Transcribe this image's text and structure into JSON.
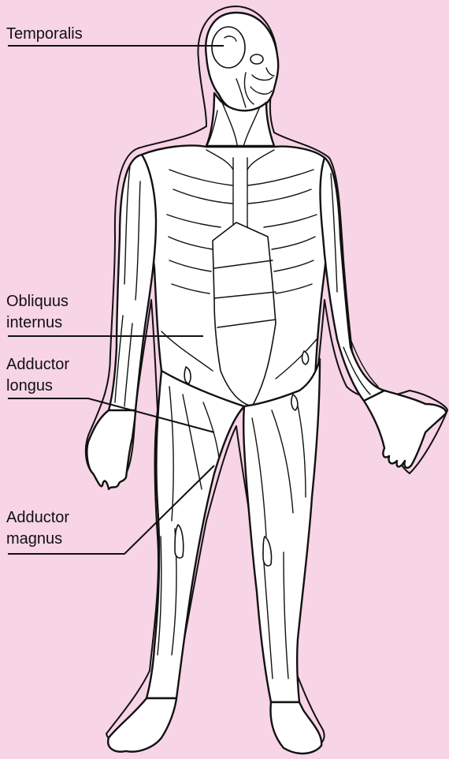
{
  "labels": {
    "temporalis": "Temporalis",
    "obliquus_line1": "Obliquus",
    "obliquus_line2": "internus",
    "adductor_longus_line1": "Adductor",
    "adductor_longus_line2": "longus",
    "adductor_magnus_line1": "Adductor",
    "adductor_magnus_line2": "magnus"
  },
  "colors": {
    "background": "#f7d4e6",
    "ink": "#111111",
    "figure_fill": "#ffffff"
  }
}
